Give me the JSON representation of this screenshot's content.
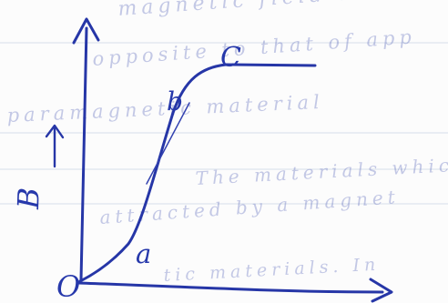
{
  "document": {
    "point_labels": {
      "origin": "O",
      "a": "a",
      "b": "b",
      "c": "C"
    },
    "y_axis_label": "B",
    "background_lines": [
      "magnetic field and",
      "opposite to that of app",
      "paramagnetic material",
      "The materials which",
      "attracted by a magnet",
      "tic materials. In"
    ]
  },
  "colors": {
    "ink": "#2636a7",
    "paper": "#fcfcfc",
    "rule": "#d6deea"
  }
}
